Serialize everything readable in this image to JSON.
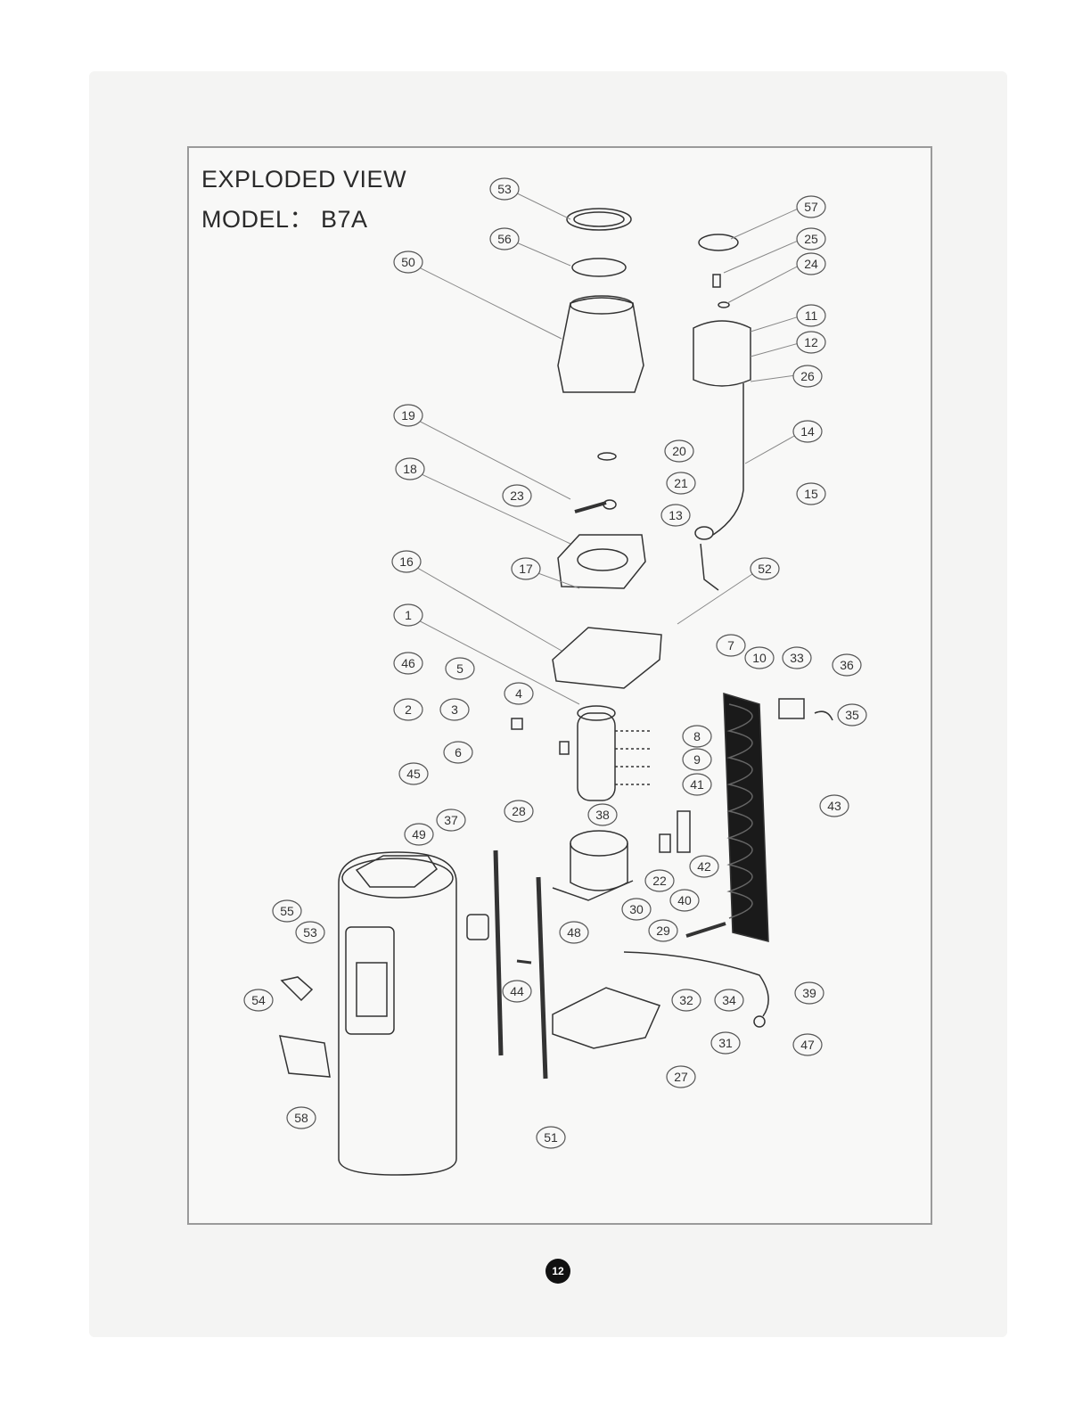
{
  "title": {
    "line1": "EXPLODED VIEW",
    "line2": "MODEL： B7A"
  },
  "page_number": "12",
  "callouts": [
    "53",
    "56",
    "50",
    "57",
    "25",
    "24",
    "11",
    "12",
    "26",
    "14",
    "19",
    "20",
    "18",
    "21",
    "23",
    "15",
    "13",
    "16",
    "17",
    "52",
    "1",
    "7",
    "10",
    "33",
    "36",
    "46",
    "5",
    "4",
    "2",
    "3",
    "35",
    "6",
    "8",
    "9",
    "45",
    "41",
    "43",
    "28",
    "38",
    "37",
    "49",
    "42",
    "22",
    "40",
    "55",
    "30",
    "53",
    "48",
    "29",
    "54",
    "44",
    "32",
    "34",
    "39",
    "31",
    "47",
    "27",
    "58",
    "51"
  ]
}
